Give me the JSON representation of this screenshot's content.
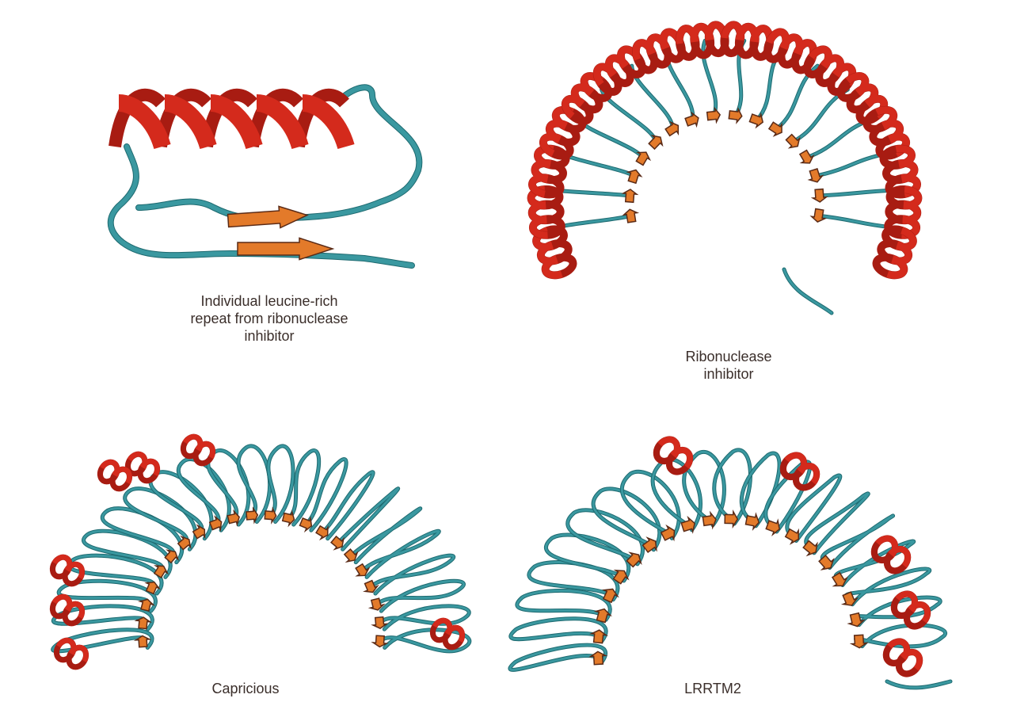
{
  "panels": [
    {
      "id": "single-repeat",
      "caption_lines": [
        "Individual leucine-rich",
        "repeat from ribonuclease",
        "inhibitor"
      ]
    },
    {
      "id": "ribonuclease-inhibitor",
      "caption_lines": [
        "Ribonuclease",
        "inhibitor"
      ]
    },
    {
      "id": "capricious",
      "caption_lines": [
        "Capricious"
      ]
    },
    {
      "id": "lrrtm2",
      "caption_lines": [
        "LRRTM2"
      ]
    }
  ],
  "colors": {
    "helix": "#d42a1c",
    "helix_dark": "#a81c12",
    "strand": "#e37a2a",
    "strand_dark": "#5a2a16",
    "coil": "#3a98a0",
    "coil_dark": "#1e6a70",
    "caption": "#3a2e2a"
  }
}
